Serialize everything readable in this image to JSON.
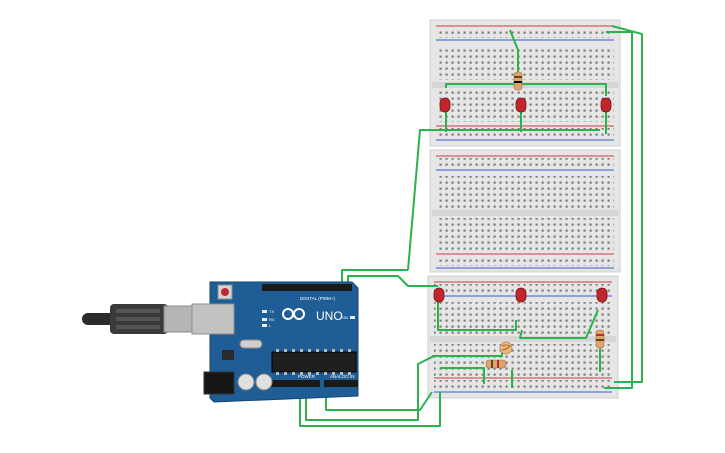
{
  "arduino": {
    "logo_text": "UNO",
    "header_digital": "DIGITAL (PWM~)",
    "header_power": "POWER",
    "header_analog": "ANALOG IN",
    "led_tx": "TX",
    "led_rx": "RX",
    "led_l": "L",
    "led_on": "ON",
    "board_color": "#1f5d96",
    "header_color": "#1a1a1a"
  },
  "components": {
    "led_color": "#c0262c",
    "resistor_color": "#d9a66b",
    "wire_color": "#2bb24c",
    "breadboard_color": "#e6e6e6",
    "rail_red": "#d23b3b",
    "rail_blue": "#3b5bd2"
  },
  "icons": {
    "usb": "usb-cable-icon",
    "power_jack": "barrel-jack-icon",
    "chip": "ic-chip-icon",
    "reset": "reset-button-icon"
  }
}
